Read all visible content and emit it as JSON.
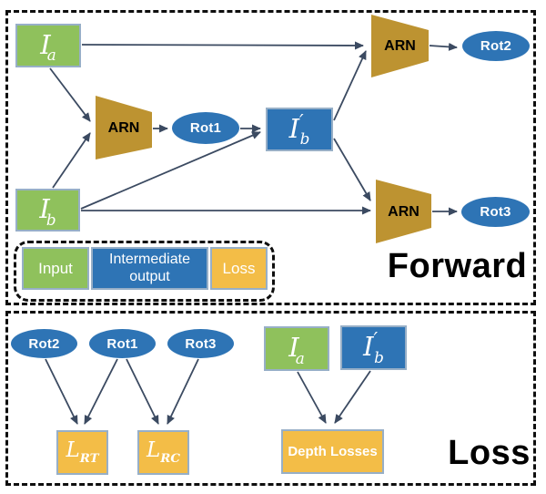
{
  "colors": {
    "input_green": "#8FC15C",
    "intermediate_blue": "#2E74B5",
    "loss_orange": "#F3BD47",
    "arn_gold": "#BD9331",
    "arrow_slate": "#3B4A61",
    "box_border": "#97AFC7",
    "dash_black": "#0e0e0e"
  },
  "forward": {
    "section_label": "Forward",
    "nodes": {
      "ia": {
        "base": "I",
        "sub": "a"
      },
      "ib": {
        "base": "I",
        "sub": "b"
      },
      "ib_prime": {
        "base": "I",
        "prime": "′",
        "sub": "b"
      },
      "arn_top": "ARN",
      "arn_mid": "ARN",
      "arn_bottom": "ARN",
      "rot1": "Rot1",
      "rot2": "Rot2",
      "rot3": "Rot3"
    },
    "legend": {
      "input_label": "Input",
      "intermediate_label": "Intermediate output",
      "loss_label": "Loss"
    }
  },
  "loss": {
    "section_label": "Loss",
    "nodes": {
      "rot2": "Rot2",
      "rot1": "Rot1",
      "rot3": "Rot3",
      "l_rt": {
        "base": "L",
        "sub": "RT"
      },
      "l_rc": {
        "base": "L",
        "sub": "RC"
      },
      "ia": {
        "base": "I",
        "sub": "a"
      },
      "ib_prime": {
        "base": "I",
        "prime": "′",
        "sub": "b"
      },
      "depth_losses": "Depth Losses"
    }
  }
}
